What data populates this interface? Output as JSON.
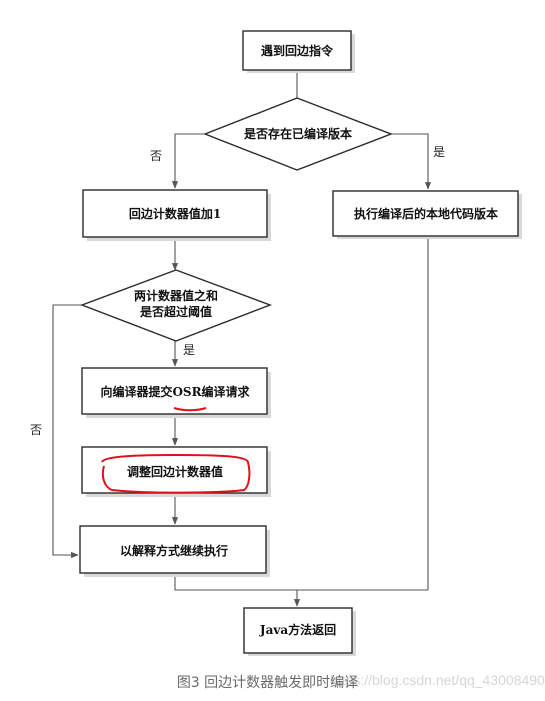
{
  "nodes": {
    "start": "遇到回边指令",
    "decision_compiled": "是否存在已编译版本",
    "increment_counter": "回边计数器值加1",
    "exec_native": "执行编译后的本地代码版本",
    "decision_threshold_line1": "两计数器值之和",
    "decision_threshold_line2": "是否超过阈值",
    "submit_osr": "向编译器提交OSR编译请求",
    "adjust_counter": "调整回边计数器值",
    "interpret": "以解释方式继续执行",
    "java_return": "Java方法返回"
  },
  "edge_labels": {
    "compiled_no": "否",
    "compiled_yes": "是",
    "threshold_yes": "是",
    "threshold_no": "否"
  },
  "caption": "图3 回边计数器触发即时编译",
  "watermark": "https://blog.csdn.net/qq_43008490",
  "colors": {
    "annotation": "#e0101a",
    "border": "#2b2b2b",
    "connector": "#555555"
  }
}
